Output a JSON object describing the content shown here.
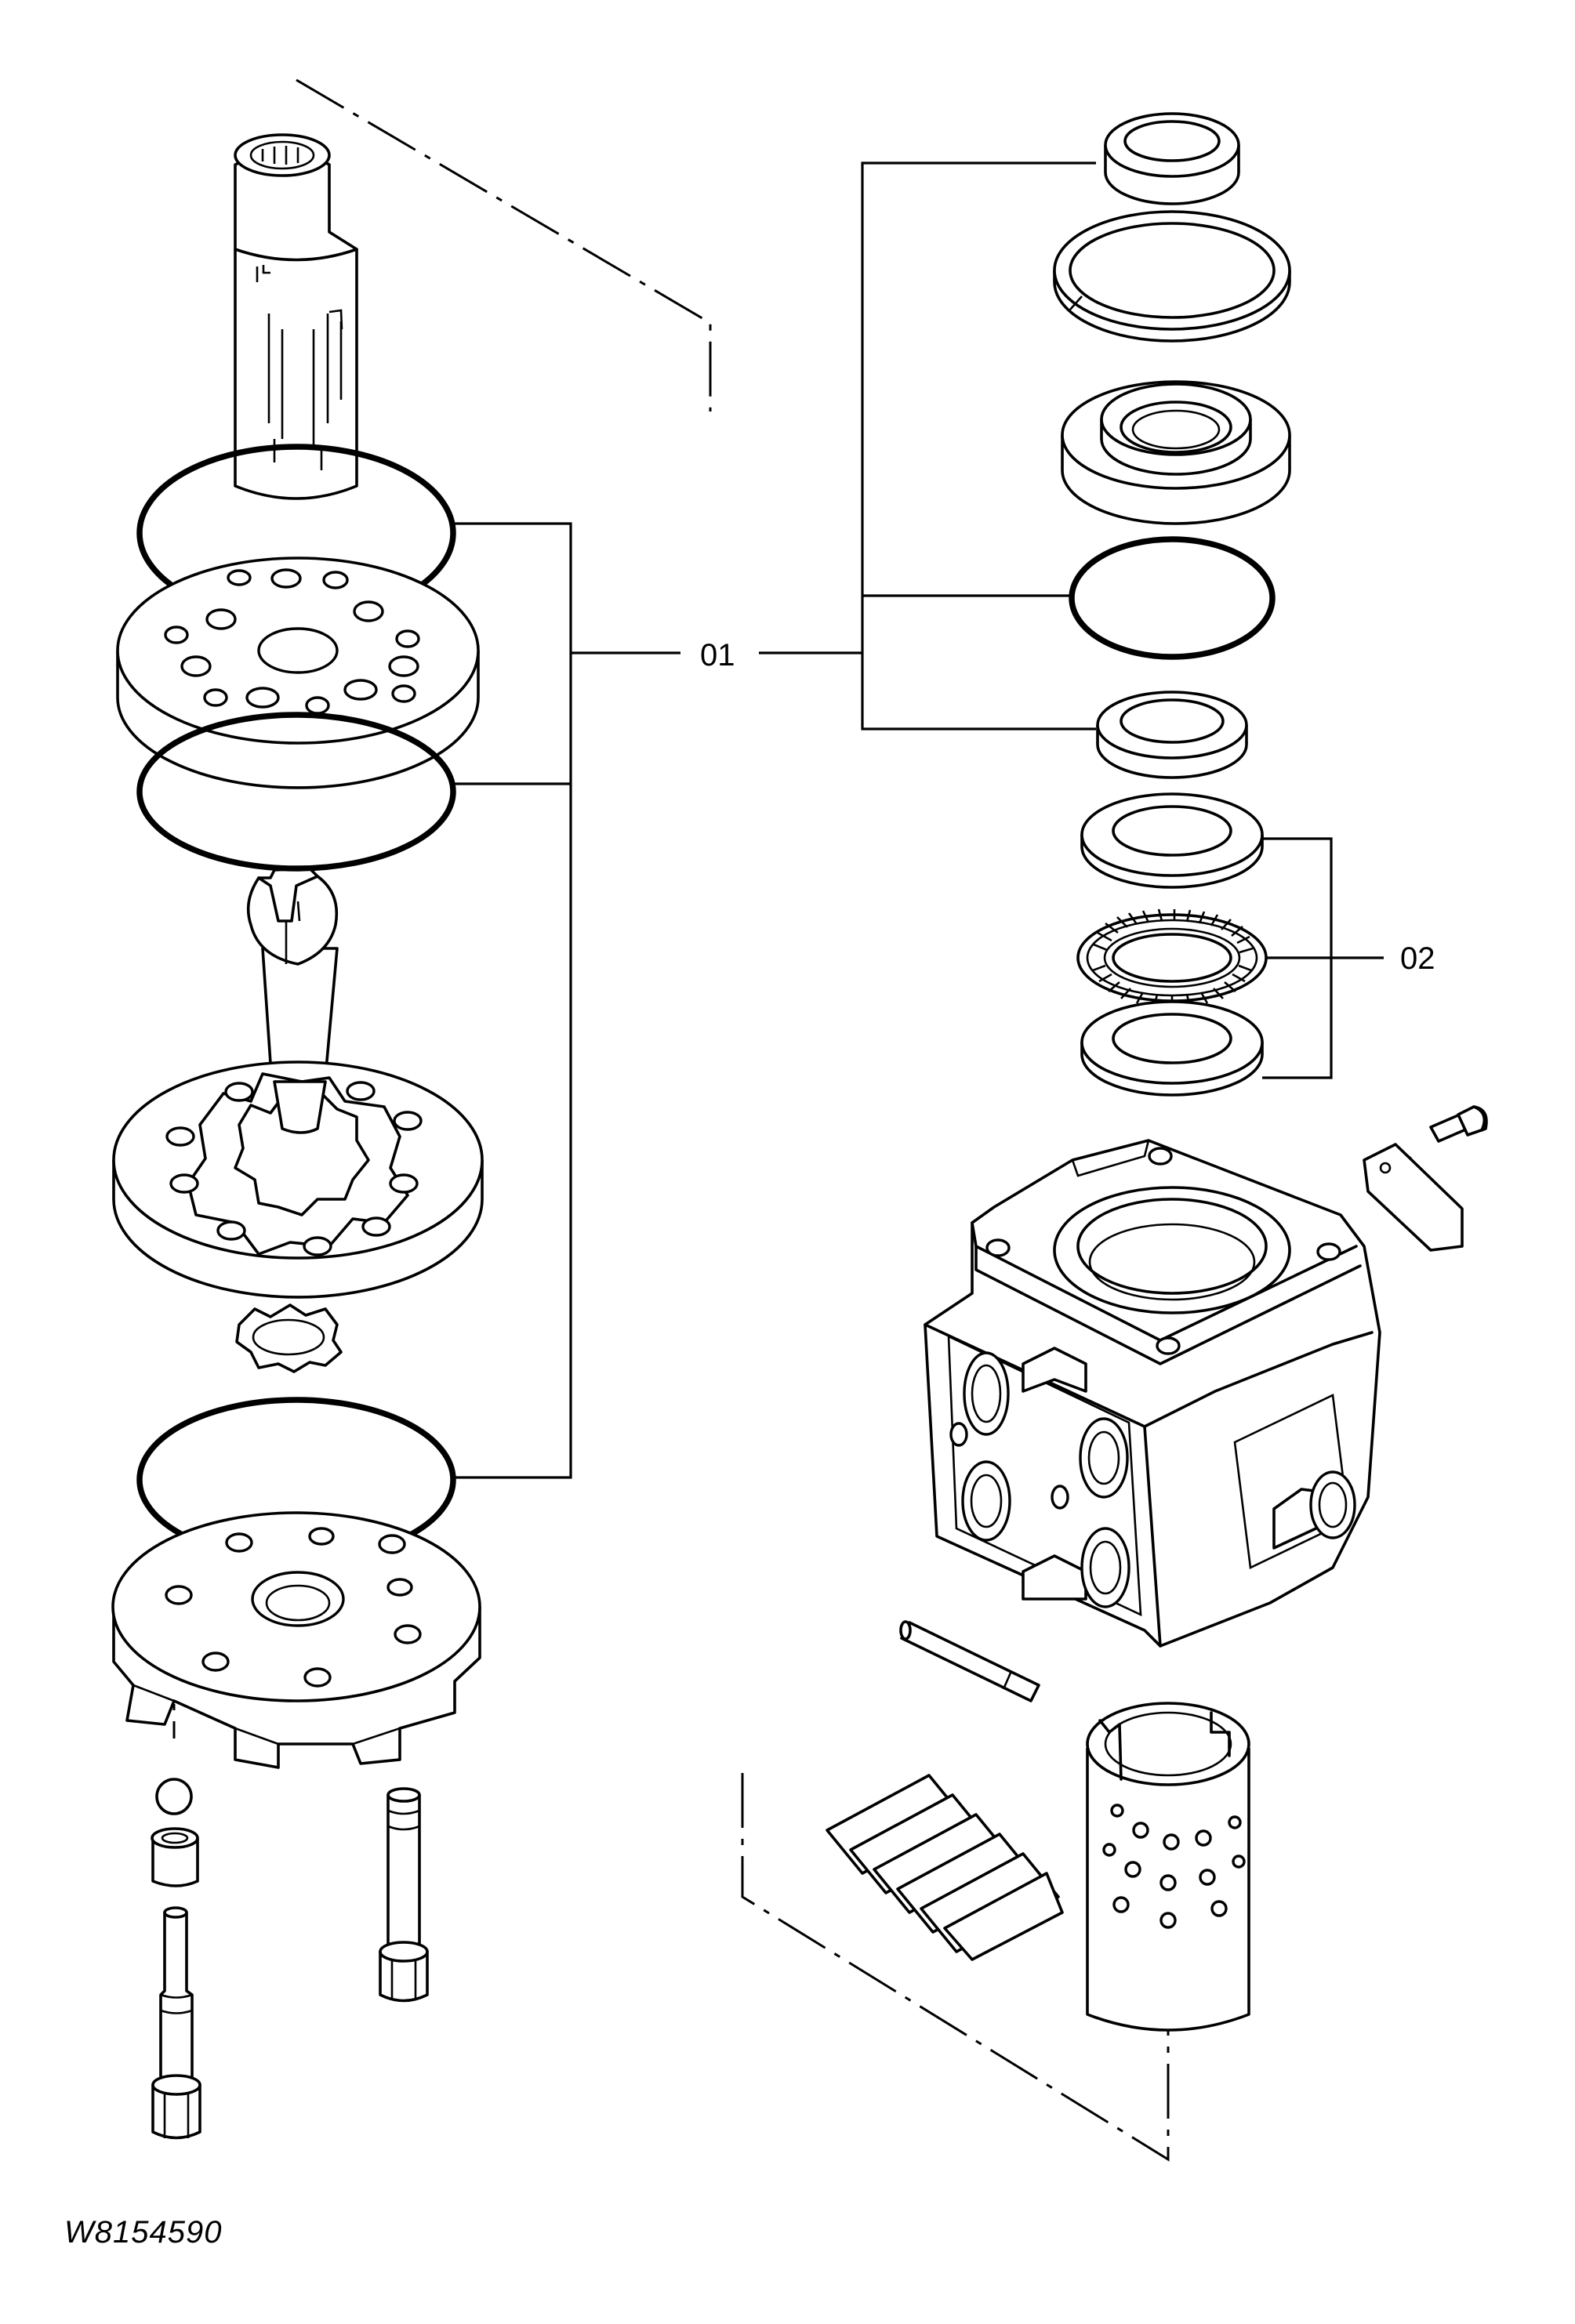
{
  "callouts": [
    {
      "id": "01",
      "label": "01"
    },
    {
      "id": "02",
      "label": "02"
    }
  ],
  "figure_id": "W8154590",
  "parts": [
    "spool-sleeve",
    "o-ring",
    "distribution-plate",
    "drive-shaft",
    "gerotor-set",
    "spacer",
    "end-cover",
    "check-ball",
    "ball-seat",
    "cover-bolt",
    "dust-seal",
    "retaining-ring",
    "shaft-seal",
    "bushing",
    "thrust-washer",
    "needle-thrust-bearing",
    "valve-housing",
    "name-plate",
    "plate-screw",
    "cross-pin",
    "centering-springs",
    "valve-spool"
  ]
}
